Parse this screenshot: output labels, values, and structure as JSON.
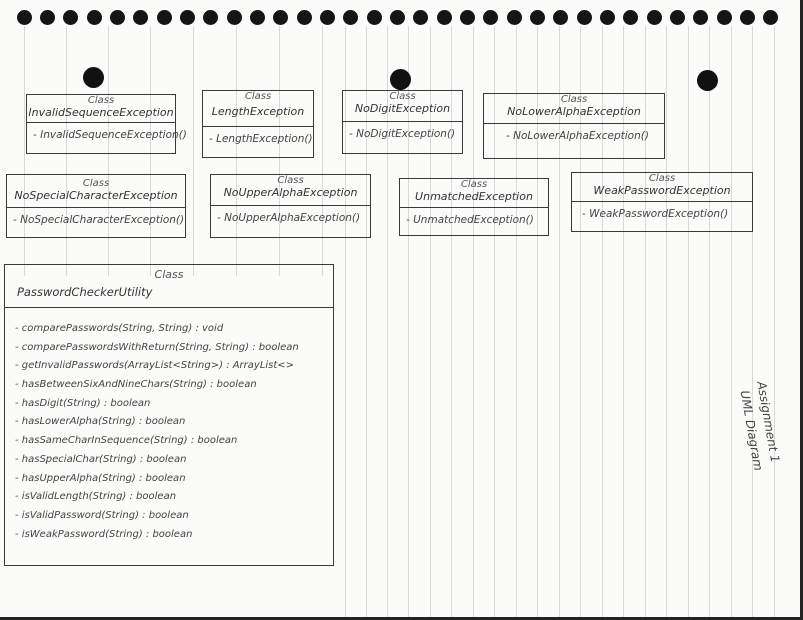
{
  "diagram": {
    "classes": [
      {
        "stereotype": "Class",
        "name": "InvalidSequenceException",
        "method": "- InvalidSequenceException()"
      },
      {
        "stereotype": "Class",
        "name": "LengthException",
        "method": "- LengthException()"
      },
      {
        "stereotype": "Class",
        "name": "NoDigitException",
        "method": "- NoDigitException()"
      },
      {
        "stereotype": "Class",
        "name": "NoLowerAlphaException",
        "method": "- NoLowerAlphaException()"
      },
      {
        "stereotype": "Class",
        "name": "NoSpecialCharacterException",
        "method": "- NoSpecialCharacterException()"
      },
      {
        "stereotype": "Class",
        "name": "NoUpperAlphaException",
        "method": "- NoUpperAlphaException()"
      },
      {
        "stereotype": "Class",
        "name": "UnmatchedException",
        "method": "- UnmatchedException()"
      },
      {
        "stereotype": "Class",
        "name": "WeakPasswordException",
        "method": "- WeakPasswordException()"
      }
    ],
    "utility": {
      "stereotype": "Class",
      "name": "PasswordCheckerUtility",
      "methods": [
        "- comparePasswords(String, String) : void",
        "- comparePasswordsWithReturn(String, String) : boolean",
        "- getInvalidPasswords(ArrayList<String>) : ArrayList<>",
        "- hasBetweenSixAndNineChars(String) : boolean",
        "- hasDigit(String) : boolean",
        "- hasLowerAlpha(String) : boolean",
        "- hasSameCharInSequence(String) : boolean",
        "- hasSpecialChar(String) : boolean",
        "- hasUpperAlpha(String) : boolean",
        "- isValidLength(String) : boolean",
        "- isValidPassword(String) : boolean",
        "- isWeakPassword(String) : boolean"
      ]
    },
    "note": {
      "line1": "Assignment 1",
      "line2": "UML Diagram"
    }
  }
}
